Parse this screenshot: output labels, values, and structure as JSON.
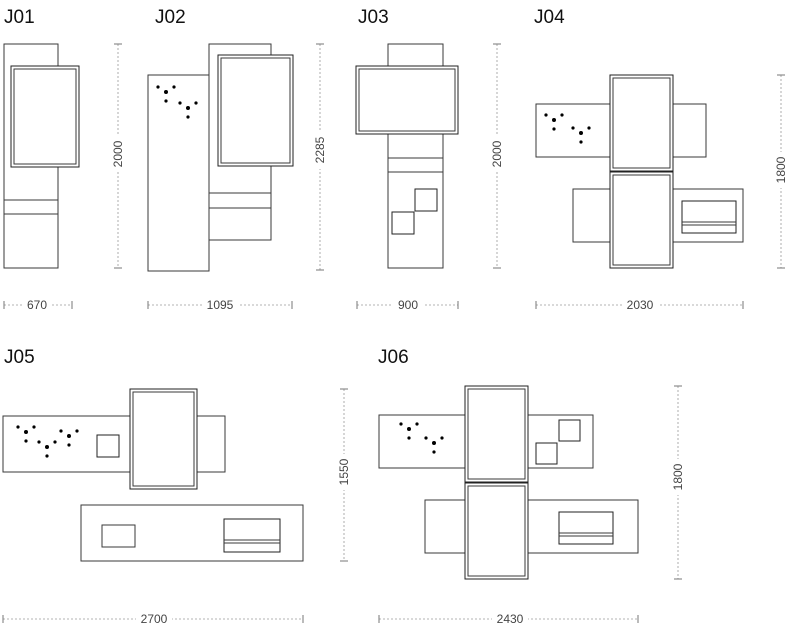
{
  "units": [
    {
      "id": "j01",
      "label": "J01",
      "width": "670",
      "height": "2000"
    },
    {
      "id": "j02",
      "label": "J02",
      "width": "1095",
      "height": "2285"
    },
    {
      "id": "j03",
      "label": "J03",
      "width": "900",
      "height": "2000"
    },
    {
      "id": "j04",
      "label": "J04",
      "width": "2030",
      "height": "1800"
    },
    {
      "id": "j05",
      "label": "J05",
      "width": "2700",
      "height": "1550"
    },
    {
      "id": "j06",
      "label": "J06",
      "width": "2430",
      "height": "1800"
    }
  ],
  "icons": {
    "hook": "coat-hook-icon",
    "mirror": "mirror-frame",
    "box": "box-shelf",
    "drawer": "drawer-unit"
  }
}
